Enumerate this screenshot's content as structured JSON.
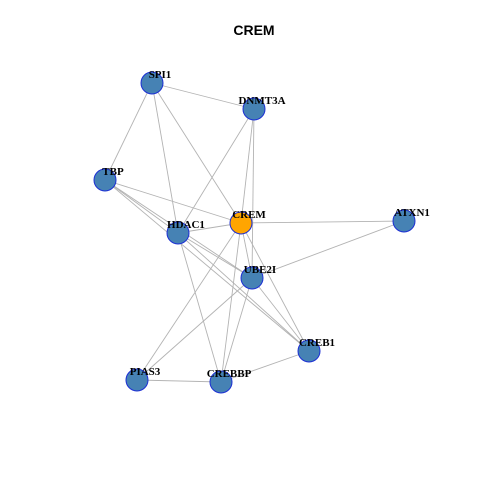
{
  "title": "CREM",
  "colors": {
    "center_fill": "#FFA500",
    "node_fill": "#4682B4",
    "node_stroke": "#1c2fd4",
    "edge": "#b3b3b3"
  },
  "nodes": [
    {
      "id": "SPI1",
      "label": "SPI1",
      "center": false
    },
    {
      "id": "DNMT3A",
      "label": "DNMT3A",
      "center": false
    },
    {
      "id": "TBP",
      "label": "TBP",
      "center": false
    },
    {
      "id": "HDAC1",
      "label": "HDAC1",
      "center": false
    },
    {
      "id": "CREM",
      "label": "CREM",
      "center": true
    },
    {
      "id": "ATXN1",
      "label": "ATXN1",
      "center": false
    },
    {
      "id": "UBE2I",
      "label": "UBE2I",
      "center": false
    },
    {
      "id": "CREB1",
      "label": "CREB1",
      "center": false
    },
    {
      "id": "PIAS3",
      "label": "PIAS3",
      "center": false
    },
    {
      "id": "CREBBP",
      "label": "CREBBP",
      "center": false
    }
  ],
  "edges": [
    [
      "SPI1",
      "DNMT3A"
    ],
    [
      "SPI1",
      "TBP"
    ],
    [
      "SPI1",
      "HDAC1"
    ],
    [
      "SPI1",
      "CREM"
    ],
    [
      "DNMT3A",
      "HDAC1"
    ],
    [
      "DNMT3A",
      "CREM"
    ],
    [
      "DNMT3A",
      "UBE2I"
    ],
    [
      "TBP",
      "HDAC1"
    ],
    [
      "TBP",
      "CREM"
    ],
    [
      "TBP",
      "UBE2I"
    ],
    [
      "TBP",
      "CREB1"
    ],
    [
      "HDAC1",
      "CREM"
    ],
    [
      "HDAC1",
      "UBE2I"
    ],
    [
      "HDAC1",
      "CREB1"
    ],
    [
      "HDAC1",
      "CREBBP"
    ],
    [
      "CREM",
      "ATXN1"
    ],
    [
      "CREM",
      "UBE2I"
    ],
    [
      "CREM",
      "CREB1"
    ],
    [
      "CREM",
      "CREBBP"
    ],
    [
      "CREM",
      "PIAS3"
    ],
    [
      "UBE2I",
      "ATXN1"
    ],
    [
      "UBE2I",
      "PIAS3"
    ],
    [
      "UBE2I",
      "CREBBP"
    ],
    [
      "UBE2I",
      "CREB1"
    ],
    [
      "CREB1",
      "CREBBP"
    ],
    [
      "PIAS3",
      "CREBBP"
    ]
  ]
}
